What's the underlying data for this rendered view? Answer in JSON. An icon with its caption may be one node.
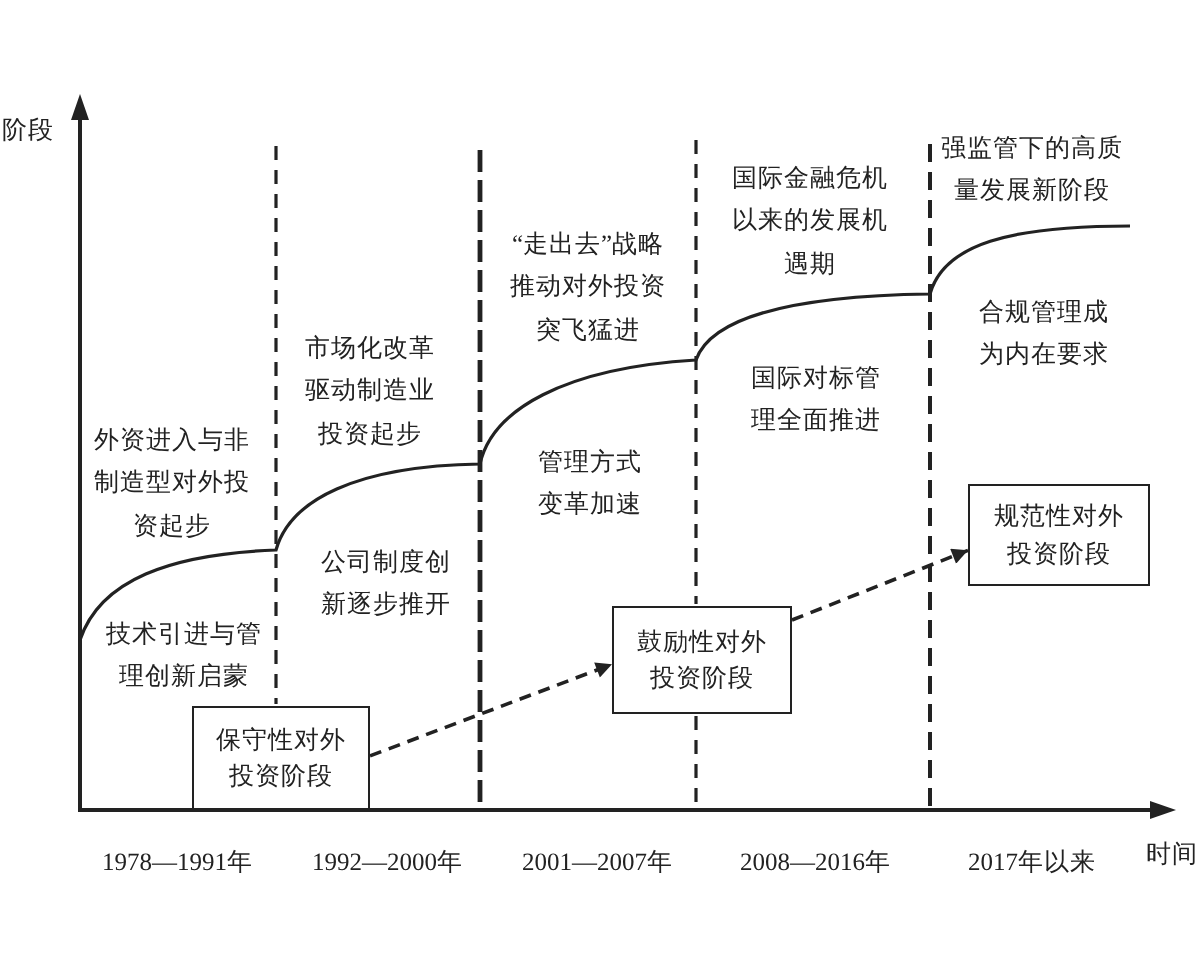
{
  "diagram": {
    "nodes": [
      {
        "text": [
          "保守性对外投资阶段"
        ]
      },
      {
        "text": [
          "鼓励性对外投资阶段"
        ]
      },
      {
        "text": [
          "规范性对外投资阶段"
        ]
      }
    ],
    "edges": [
      {
        "from": 0,
        "to": 1,
        "arrow": "to",
        "style": "dashed"
      },
      {
        "from": 1,
        "to": 2,
        "arrow": "to",
        "style": "dashed"
      }
    ],
    "labels": [
      "阶段",
      "外资进入与非制造型对外投资起步",
      "技术引进与管理创新启蒙",
      "市场化改革驱动制造业投资起步",
      "公司制度创新逐步推开",
      "“走出去”战略推动对外投资突飞猛进",
      "管理方式变革加速",
      "国际金融危机以来的发展机遇期",
      "国际对标管理全面推进",
      "强监管下的高质量发展新阶段",
      "合规管理成为内在要求",
      "1978—1991年",
      "1992—2000年",
      "2001—2007年",
      "2008—2016年",
      "2017年以来",
      "时间"
    ]
  }
}
